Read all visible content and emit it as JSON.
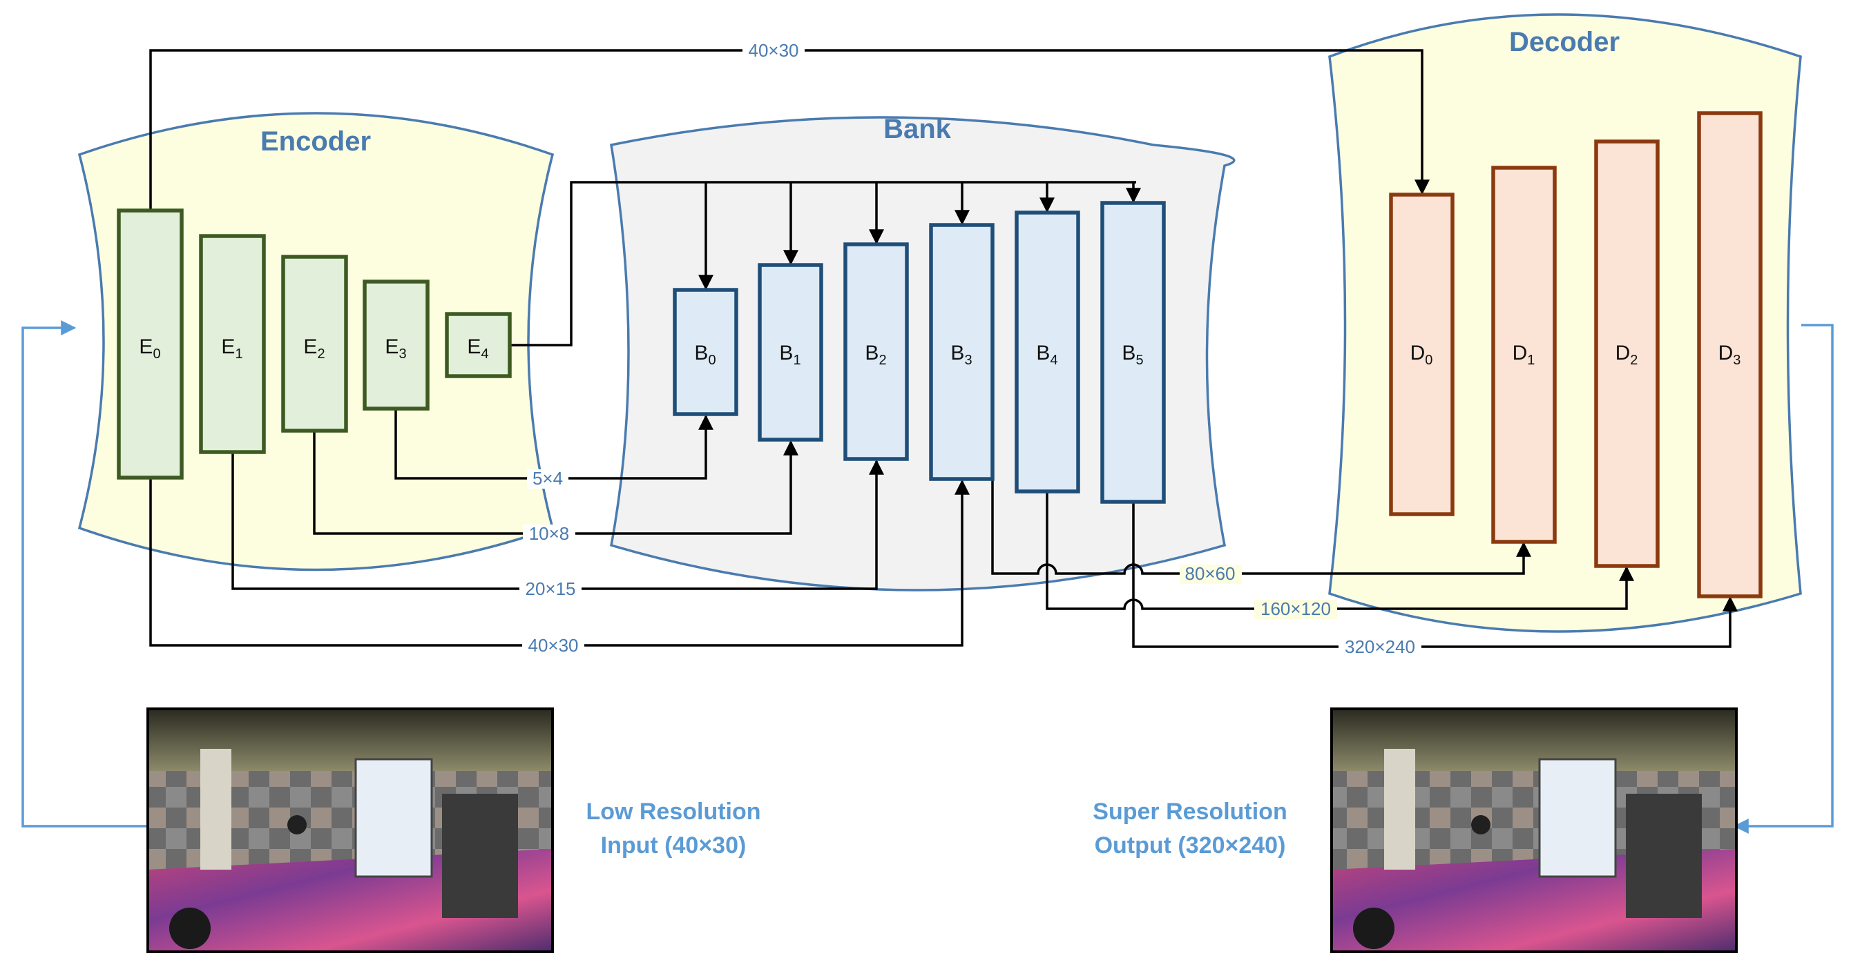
{
  "encoder": {
    "title": "Encoder",
    "blocks": [
      {
        "letter": "E",
        "sub": "0"
      },
      {
        "letter": "E",
        "sub": "1"
      },
      {
        "letter": "E",
        "sub": "2"
      },
      {
        "letter": "E",
        "sub": "3"
      },
      {
        "letter": "E",
        "sub": "4"
      }
    ]
  },
  "bank": {
    "title": "Bank",
    "blocks": [
      {
        "letter": "B",
        "sub": "0"
      },
      {
        "letter": "B",
        "sub": "1"
      },
      {
        "letter": "B",
        "sub": "2"
      },
      {
        "letter": "B",
        "sub": "3"
      },
      {
        "letter": "B",
        "sub": "4"
      },
      {
        "letter": "B",
        "sub": "5"
      }
    ]
  },
  "decoder": {
    "title": "Decoder",
    "blocks": [
      {
        "letter": "D",
        "sub": "0"
      },
      {
        "letter": "D",
        "sub": "1"
      },
      {
        "letter": "D",
        "sub": "2"
      },
      {
        "letter": "D",
        "sub": "3"
      }
    ]
  },
  "resolutions": {
    "top_skip": "40×30",
    "e3_b0": "5×4",
    "e2_b1": "10×8",
    "e1_b2": "20×15",
    "e0_b3": "40×30",
    "b3_d1": "80×60",
    "b4_d2": "160×120",
    "b5_d3": "320×240"
  },
  "captions": {
    "input_line1": "Low Resolution",
    "input_line2": "Input (40×30)",
    "output_line1": "Super Resolution",
    "output_line2": "Output (320×240)"
  },
  "colors": {
    "encoder_panel": "#fdfde0",
    "bank_panel": "#f2f2f2",
    "decoder_panel": "#fdfde0",
    "panel_stroke": "#4a7bb0",
    "encoder_block_fill": "#e2efda",
    "encoder_block_stroke": "#3d5a22",
    "bank_block_fill": "#deebf7",
    "bank_block_stroke": "#1f4e79",
    "decoder_block_fill": "#fbe3d6",
    "decoder_block_stroke": "#8b3a0f",
    "accent_blue": "#5b9bd5"
  }
}
